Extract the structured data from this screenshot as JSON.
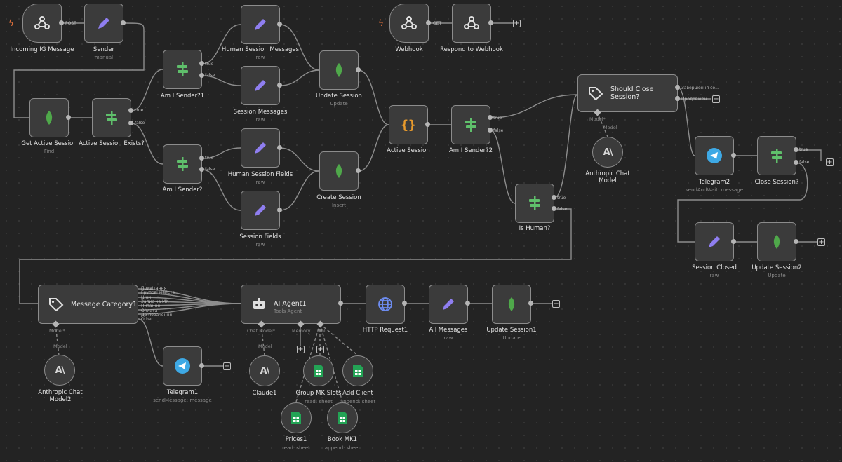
{
  "nodes": {
    "incoming": {
      "label": "Incoming IG Message",
      "sub": ""
    },
    "sender": {
      "label": "Sender",
      "sub": "manual"
    },
    "webhook": {
      "label": "Webhook",
      "sub": ""
    },
    "respond": {
      "label": "Respond to Webhook",
      "sub": ""
    },
    "get_active": {
      "label": "Get Active Session",
      "sub": "Find"
    },
    "active_exists": {
      "label": "Active Session Exists?",
      "sub": ""
    },
    "am_sender1": {
      "label": "Am I Sender?1",
      "sub": ""
    },
    "am_sender": {
      "label": "Am I Sender?",
      "sub": ""
    },
    "human_msgs": {
      "label": "Human Session Messages",
      "sub": "raw"
    },
    "session_msgs": {
      "label": "Session Messages",
      "sub": "raw"
    },
    "human_fields": {
      "label": "Human Session Fields",
      "sub": "raw"
    },
    "session_fields": {
      "label": "Session Fields",
      "sub": "raw"
    },
    "update_session": {
      "label": "Update Session",
      "sub": "Update"
    },
    "create_session": {
      "label": "Create Session",
      "sub": "Insert"
    },
    "active_session": {
      "label": "Active Session",
      "sub": ""
    },
    "am_sender2": {
      "label": "Am I Sender?2",
      "sub": ""
    },
    "is_human": {
      "label": "Is Human?",
      "sub": ""
    },
    "should_close": {
      "label": "Should Close Session?",
      "sub": ""
    },
    "anthropic1": {
      "label": "Anthropic Chat Model",
      "sub": ""
    },
    "telegram2": {
      "label": "Telegram2",
      "sub": "sendAndWait: message"
    },
    "close_session": {
      "label": "Close Session?",
      "sub": ""
    },
    "session_closed": {
      "label": "Session Closed",
      "sub": "raw"
    },
    "update_session2": {
      "label": "Update Session2",
      "sub": "Update"
    },
    "msg_category": {
      "label": "Message Category1",
      "sub": ""
    },
    "anthropic2": {
      "label": "Anthropic Chat Model2",
      "sub": ""
    },
    "telegram1": {
      "label": "Telegram1",
      "sub": "sendMessage: message"
    },
    "ai_agent": {
      "label": "AI Agent1",
      "sub": "Tools Agent"
    },
    "claude1": {
      "label": "Claude1",
      "sub": ""
    },
    "group_mk": {
      "label": "Group MK Slots",
      "sub": "read: sheet"
    },
    "add_client": {
      "label": "Add Client",
      "sub": "append: sheet"
    },
    "prices1": {
      "label": "Prices1",
      "sub": "read: sheet"
    },
    "book_mk1": {
      "label": "Book MK1",
      "sub": "append: sheet"
    },
    "http1": {
      "label": "HTTP Request1",
      "sub": ""
    },
    "all_msgs": {
      "label": "All Messages",
      "sub": "raw"
    },
    "update_session1": {
      "label": "Update Session1",
      "sub": "Update"
    }
  },
  "edges": {
    "post": "POST",
    "get": "GET",
    "true": "true",
    "false": "false",
    "sc_out1": "Завершення се...",
    "sc_out2": "Продовжен...",
    "cat_outs": [
      "Привітання",
      "Групові майсте",
      "Ціни",
      "Запис на МК",
      "Питання",
      "Оплата",
      "До побачення",
      "Other"
    ]
  },
  "connectors": {
    "model_star": "Model*",
    "model": "Model",
    "chat_model_star": "Chat Model*",
    "memory": "Memory",
    "tool": "Tool"
  },
  "colors": {
    "background": "#232323",
    "node": "#3b3b3b",
    "border": "#8c8c8c",
    "pencil": "#8f7ef0",
    "filter": "#5fbf6b",
    "mongo": "#4fa84a",
    "code": "#e89a2c",
    "http": "#6d8cf0",
    "telegram": "#3ea9e5",
    "sheets": "#23a455",
    "trigger_bolt": "#e8733c"
  },
  "icons": [
    "webhook-icon",
    "pencil-icon",
    "filter-icon",
    "mongodb-leaf-icon",
    "code-braces-icon",
    "tag-icon",
    "anthropic-icon",
    "telegram-icon",
    "robot-icon",
    "globe-icon",
    "google-sheets-icon",
    "plus-icon",
    "bolt-icon"
  ]
}
